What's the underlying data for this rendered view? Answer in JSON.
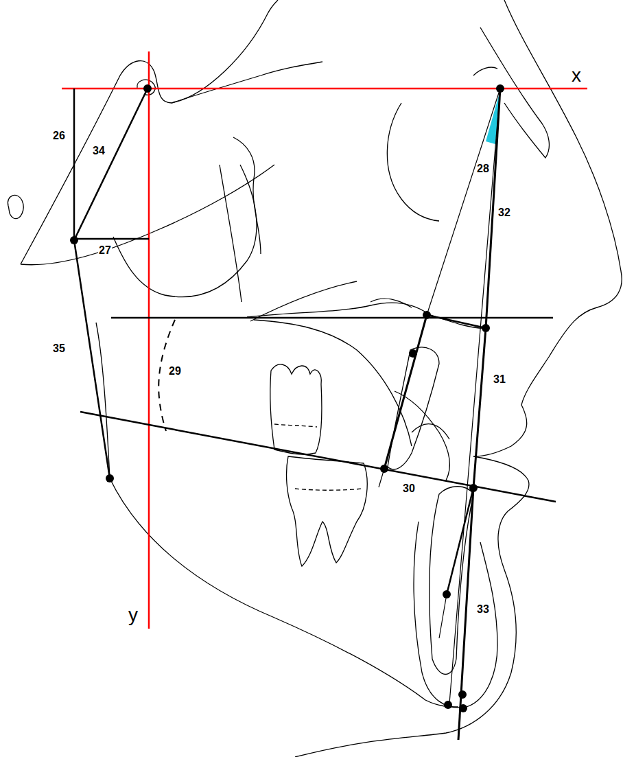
{
  "diagram": {
    "labels": [
      "x",
      "y",
      "26",
      "34",
      "27",
      "28",
      "32",
      "29",
      "31",
      "30",
      "33",
      "35"
    ]
  }
}
